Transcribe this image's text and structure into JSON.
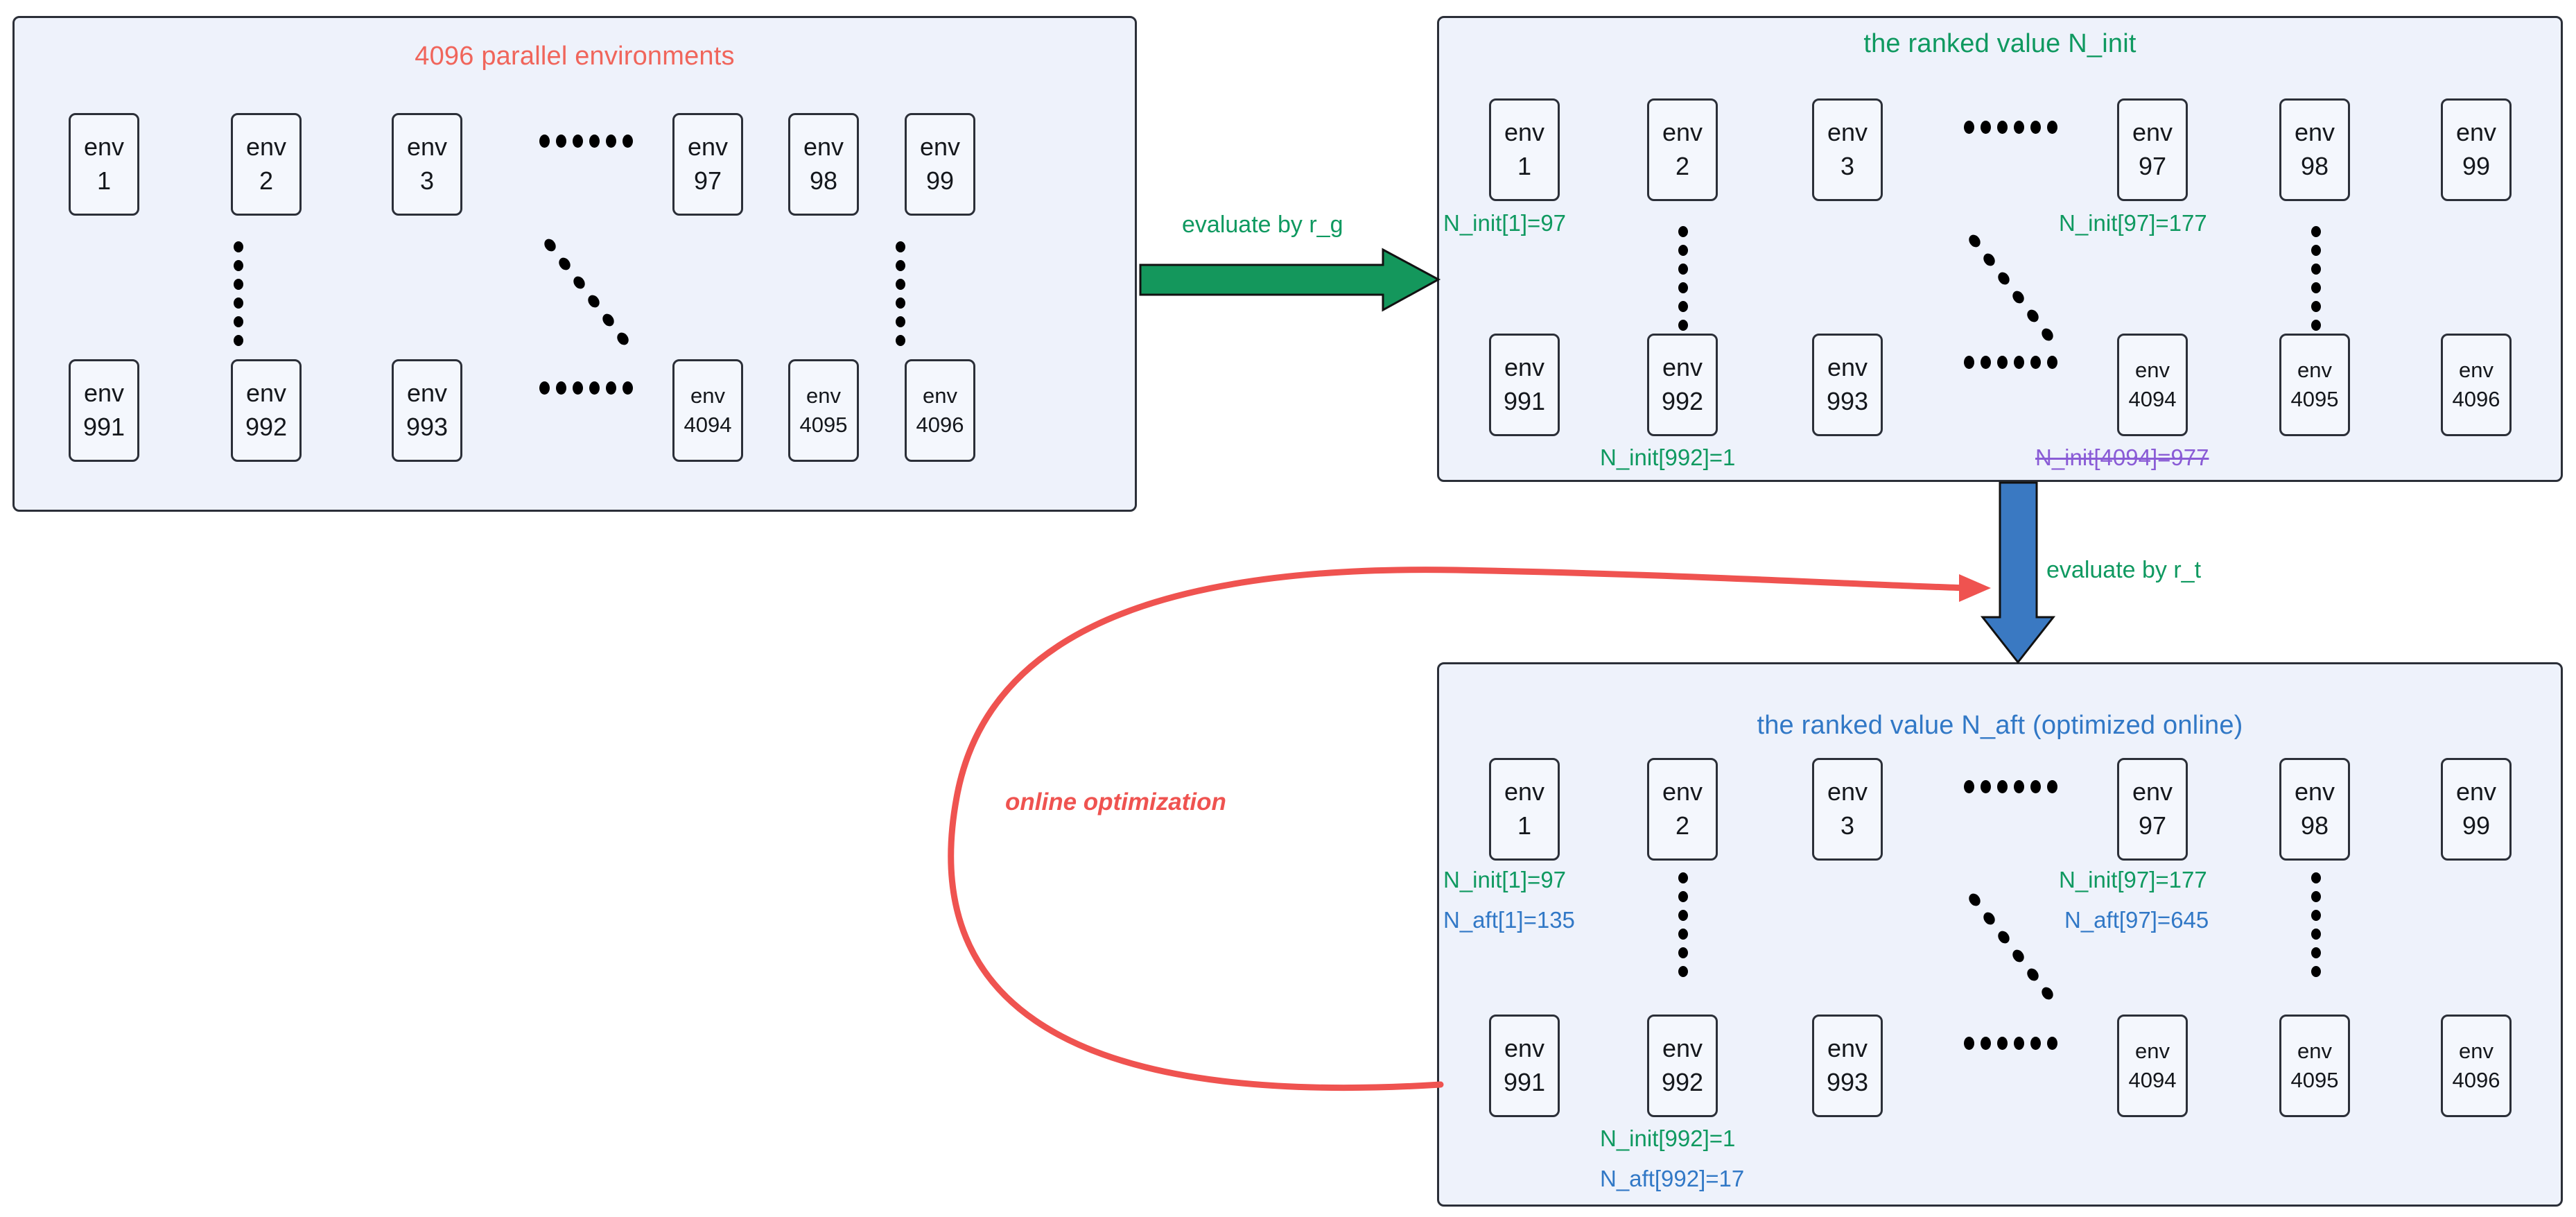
{
  "panels": {
    "parallel_envs": {
      "title": "4096 parallel environments",
      "title_color": "#f0655b",
      "row_top": [
        {
          "name": "env",
          "index": "1"
        },
        {
          "name": "env",
          "index": "2"
        },
        {
          "name": "env",
          "index": "3"
        },
        {
          "name": "env",
          "index": "97"
        },
        {
          "name": "env",
          "index": "98"
        },
        {
          "name": "env",
          "index": "99"
        }
      ],
      "row_bottom": [
        {
          "name": "env",
          "index": "991"
        },
        {
          "name": "env",
          "index": "992"
        },
        {
          "name": "env",
          "index": "993"
        },
        {
          "name": "env",
          "index": "4094"
        },
        {
          "name": "env",
          "index": "4095"
        },
        {
          "name": "env",
          "index": "4096"
        }
      ]
    },
    "ranked_init": {
      "title": "the ranked value N_init",
      "title_color": "#0f9960",
      "row_top": [
        {
          "name": "env",
          "index": "1"
        },
        {
          "name": "env",
          "index": "2"
        },
        {
          "name": "env",
          "index": "3"
        },
        {
          "name": "env",
          "index": "97"
        },
        {
          "name": "env",
          "index": "98"
        },
        {
          "name": "env",
          "index": "99"
        }
      ],
      "row_bottom": [
        {
          "name": "env",
          "index": "991"
        },
        {
          "name": "env",
          "index": "992"
        },
        {
          "name": "env",
          "index": "993"
        },
        {
          "name": "env",
          "index": "4094"
        },
        {
          "name": "env",
          "index": "4095"
        },
        {
          "name": "env",
          "index": "4096"
        }
      ],
      "annotations": {
        "init_1": "N_init[1]=97",
        "init_97": "N_init[97]=177",
        "init_992": "N_init[992]=1",
        "init_4094": "N_init[4094]=977"
      }
    },
    "ranked_aft": {
      "title": "the ranked value N_aft (optimized online)",
      "title_color": "#3178c6",
      "row_top": [
        {
          "name": "env",
          "index": "1"
        },
        {
          "name": "env",
          "index": "2"
        },
        {
          "name": "env",
          "index": "3"
        },
        {
          "name": "env",
          "index": "97"
        },
        {
          "name": "env",
          "index": "98"
        },
        {
          "name": "env",
          "index": "99"
        }
      ],
      "row_bottom": [
        {
          "name": "env",
          "index": "991"
        },
        {
          "name": "env",
          "index": "992"
        },
        {
          "name": "env",
          "index": "993"
        },
        {
          "name": "env",
          "index": "4094"
        },
        {
          "name": "env",
          "index": "4095"
        },
        {
          "name": "env",
          "index": "4096"
        }
      ],
      "annotations": {
        "init_1": "N_init[1]=97",
        "aft_1": "N_aft[1]=135",
        "init_97": "N_init[97]=177",
        "aft_97": "N_aft[97]=645",
        "init_992": "N_init[992]=1",
        "aft_992": "N_aft[992]=17"
      }
    }
  },
  "arrows": {
    "evaluate_rg": {
      "label": "evaluate by r_g",
      "color": "#0f9960"
    },
    "evaluate_rt": {
      "label": "evaluate by r_t",
      "color": "#3178c6",
      "label_color": "#0f9960"
    },
    "online_optimization": {
      "label": "online optimization",
      "color": "#ef5350"
    }
  },
  "colors": {
    "panel_fill": "#eef2fb",
    "panel_stroke": "#2b2f38",
    "green": "#0f9960",
    "blue": "#3178c6",
    "red": "#ef5350",
    "purple": "#8a5cd6"
  }
}
